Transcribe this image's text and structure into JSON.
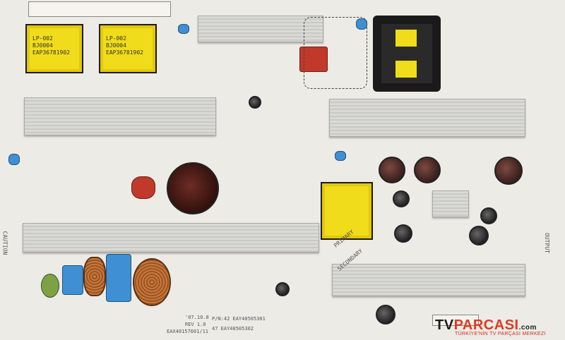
{
  "board": {
    "transformer_labels": [
      {
        "line1": "LP-002",
        "line2": "BJ0004",
        "line3": "EAP36781902"
      },
      {
        "line1": "LP-002",
        "line2": "BJ0004",
        "line3": "EAP36781902"
      }
    ],
    "text_primary": "PRIMARY",
    "text_secondary": "SECONDARY",
    "text_output": "OUTPUT",
    "text_caution": "CAUTION",
    "text_part": "P/N:42 EAY40505301",
    "text_part2": "47 EAY40505302",
    "text_rev": "REV 1.0",
    "text_date": "'07.10.8",
    "text_model": "EAX40157601/11"
  },
  "brand": {
    "name_prefix": "TV",
    "name_accent": "PARCASI",
    "name_suffix": ".com",
    "tagline": "TÜRKİYE'NİN TV PARÇASI MERKEZİ"
  }
}
